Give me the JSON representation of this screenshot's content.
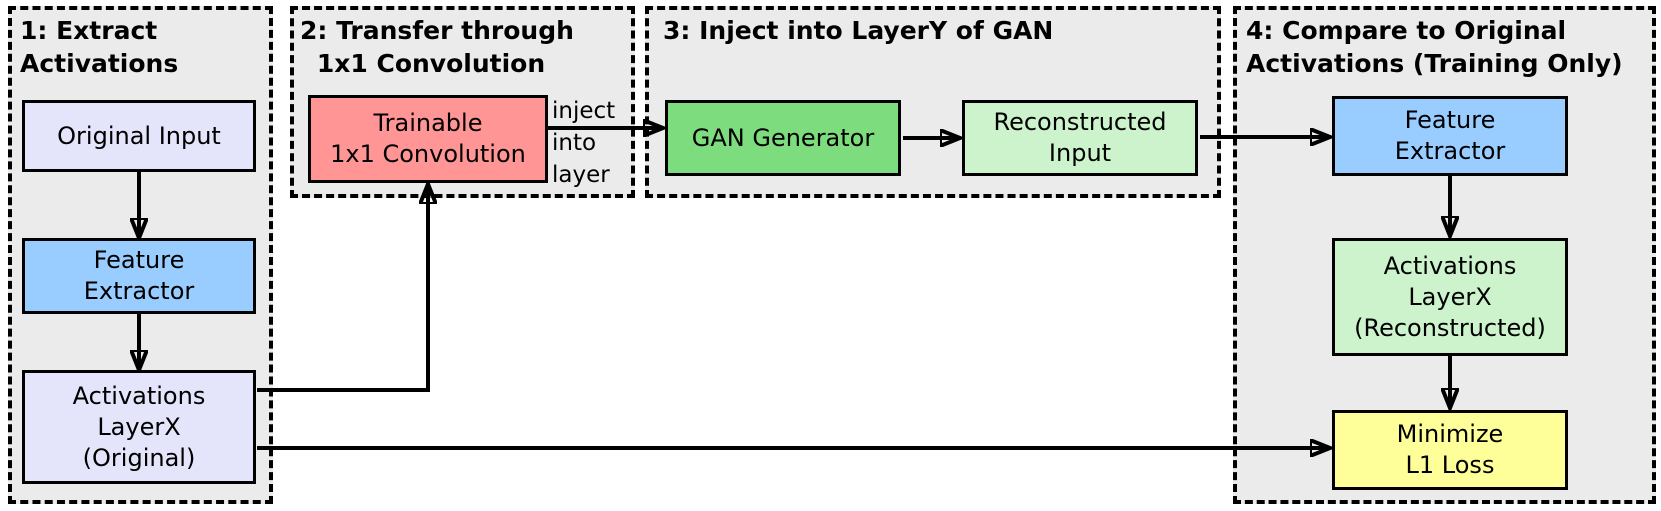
{
  "colors": {
    "page_bg": "#ffffff",
    "stage_bg": "#ebebeb",
    "line": "#000000",
    "lavender": "#e4e4fb",
    "blue": "#99ccff",
    "salmon": "#ff9595",
    "green": "#7ddc7d",
    "light_green": "#ccf3cc",
    "yellow": "#ffff99"
  },
  "stages": {
    "s1": {
      "title": "1: Extract\nActivations"
    },
    "s2": {
      "title": "2: Transfer through\n1x1 Convolution"
    },
    "s3": {
      "title": "3: Inject into LayerY of GAN"
    },
    "s4": {
      "title": "4: Compare to Original\nActivations (Training Only)"
    }
  },
  "nodes": {
    "original_input": "Original Input",
    "feature_extractor_1": "Feature\nExtractor",
    "activations_original": "Activations\nLayerX\n(Original)",
    "trainable_conv": "Trainable\n1x1 Convolution",
    "gan_generator": "GAN Generator",
    "reconstructed_input": "Reconstructed\nInput",
    "feature_extractor_4": "Feature\nExtractor",
    "activations_reconstructed": "Activations\nLayerX\n(Reconstructed)",
    "minimize_l1_loss": "Minimize\nL1 Loss"
  },
  "annotations": {
    "inject_into_layer": "inject\ninto\nlayer"
  }
}
